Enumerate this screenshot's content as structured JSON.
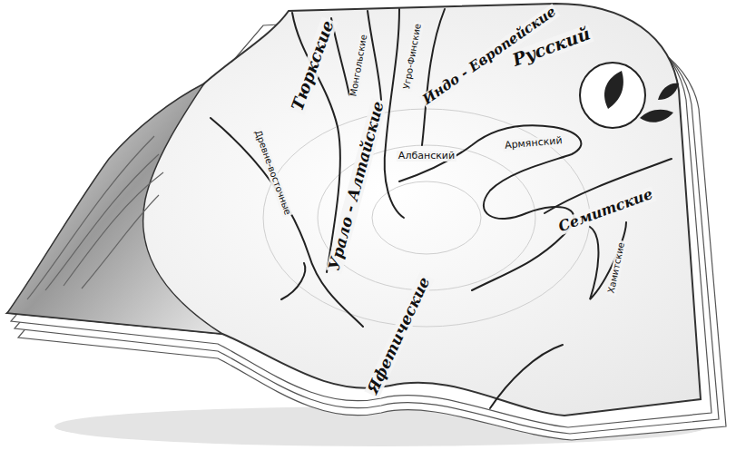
{
  "diagram": {
    "labels": [
      "Тюркские",
      "Монгольские",
      "Угро-Финские",
      "Индо - Европейские",
      "Русский",
      "Древне-восточные",
      "Урало - Алтайские",
      "Албанский",
      "Армянский",
      "Яфетические",
      "Семитские",
      "Хамитские"
    ]
  }
}
